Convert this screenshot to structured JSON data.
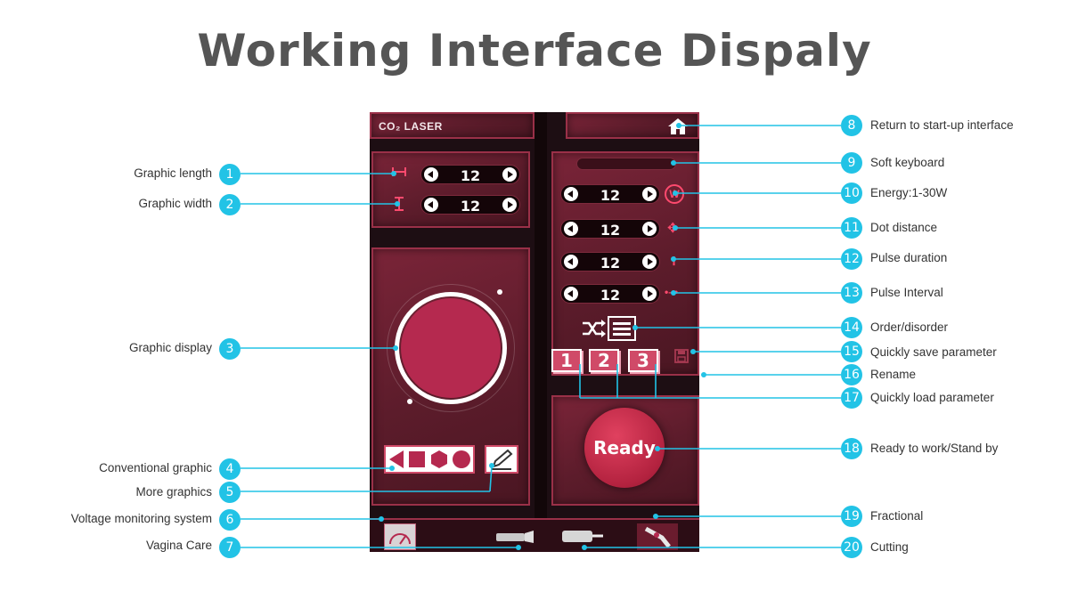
{
  "page_title": "Working Interface Dispaly",
  "screen": {
    "title": "CO₂ LASER",
    "graphic_length_value": "12",
    "graphic_width_value": "12",
    "params": [
      {
        "value": "12",
        "icon": "energy-w-icon",
        "icon_text": "W"
      },
      {
        "value": "12",
        "icon": "dot-distance-icon",
        "icon_text": "✥"
      },
      {
        "value": "12",
        "icon": "pulse-duration-icon",
        "icon_text": "¡"
      },
      {
        "value": "12",
        "icon": "pulse-interval-icon",
        "icon_text": "•–•"
      }
    ],
    "slots": [
      "1",
      "2",
      "3"
    ],
    "ready_label": "Ready",
    "accent_color": "#b5294f",
    "callout_color": "#22c3e6"
  },
  "callouts": [
    {
      "num": "1",
      "text": "Graphic  length"
    },
    {
      "num": "2",
      "text": "Graphic  width"
    },
    {
      "num": "3",
      "text": "Graphic display"
    },
    {
      "num": "4",
      "text": "Conventional graphic"
    },
    {
      "num": "5",
      "text": "More graphics"
    },
    {
      "num": "6",
      "text": "Voltage monitoring system"
    },
    {
      "num": "7",
      "text": "Vagina Care"
    },
    {
      "num": "8",
      "text": "Return to start-up interface"
    },
    {
      "num": "9",
      "text": "Soft keyboard"
    },
    {
      "num": "10",
      "text": "Energy:1-30W"
    },
    {
      "num": "11",
      "text": "Dot distance"
    },
    {
      "num": "12",
      "text": "Pulse duration"
    },
    {
      "num": "13",
      "text": "Pulse Interval"
    },
    {
      "num": "14",
      "text": "Order/disorder"
    },
    {
      "num": "15",
      "text": "Quickly save parameter"
    },
    {
      "num": "16",
      "text": "Rename"
    },
    {
      "num": "17",
      "text": "Quickly  load parameter"
    },
    {
      "num": "18",
      "text": "Ready to work/Stand by"
    },
    {
      "num": "19",
      "text": "Fractional"
    },
    {
      "num": "20",
      "text": "Cutting"
    }
  ]
}
